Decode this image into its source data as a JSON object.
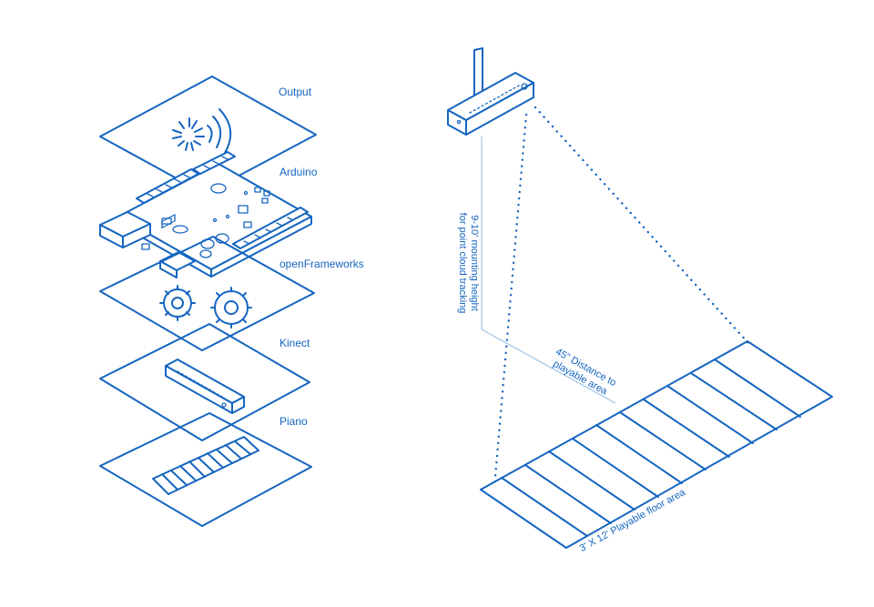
{
  "layers": [
    {
      "id": "output",
      "label": "Output",
      "icon": "wireless-signal-icon"
    },
    {
      "id": "arduino",
      "label": "Arduino",
      "icon": "arduino-board-icon"
    },
    {
      "id": "openframeworks",
      "label": "openFrameworks",
      "icon": "gears-icon"
    },
    {
      "id": "kinect",
      "label": "Kinect",
      "icon": "kinect-sensor-icon"
    },
    {
      "id": "piano",
      "label": "Piano",
      "icon": "piano-keys-icon"
    }
  ],
  "setup": {
    "mounting_height_line1": "9-10' mounting height",
    "mounting_height_line2": "for point cloud tracking",
    "distance_line1": "45\" Distance to",
    "distance_line2": "playable area",
    "floor_area": "3' X 12' Playable floor area"
  },
  "colors": {
    "primary": "#1565c0",
    "faint": "#9ec3e6",
    "background": "#ffffff"
  }
}
